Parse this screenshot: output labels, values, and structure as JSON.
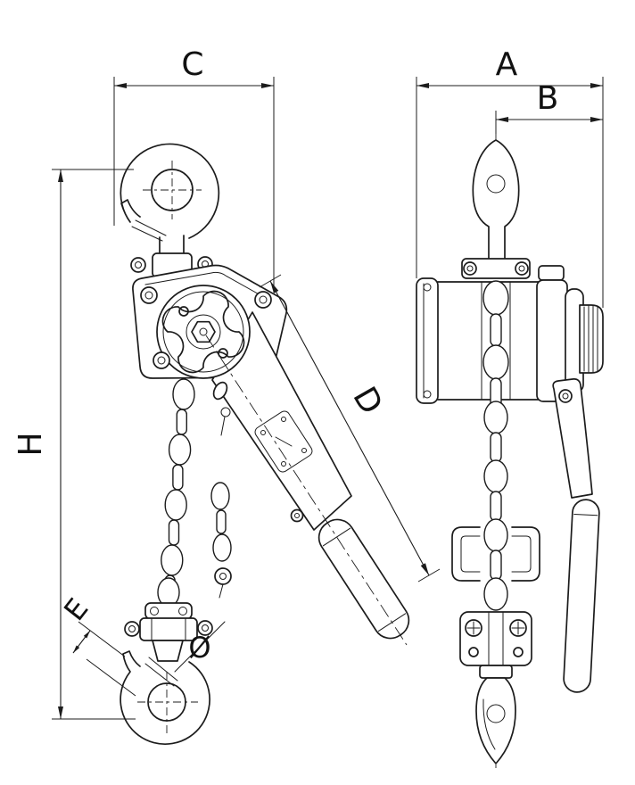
{
  "drawing": {
    "labels": {
      "c": "C",
      "a": "A",
      "b": "B",
      "h": "H",
      "d": "D",
      "e": "E",
      "diameter": "Ø"
    },
    "colors": {
      "line": "#1c1c1c",
      "background": "#ffffff"
    }
  }
}
